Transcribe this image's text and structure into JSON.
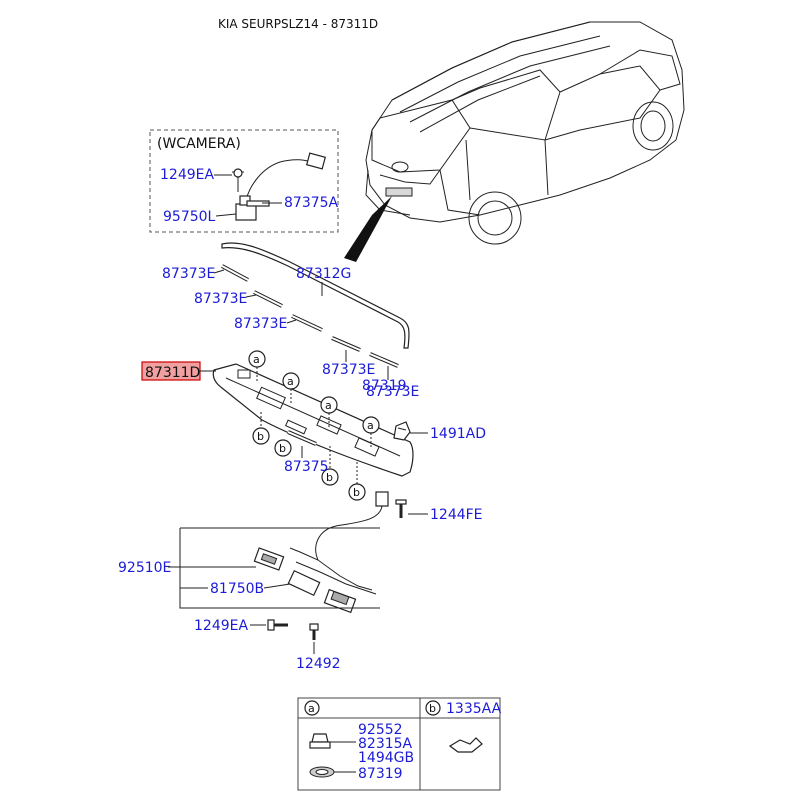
{
  "title": "KIA SEURPSLZ14 - 87311D",
  "camera_box_label": "(WCAMERA)",
  "labels": {
    "p1249ea_top": "1249EA",
    "p87375a": "87375A",
    "p95750l": "95750L",
    "p87312g": "87312G",
    "p87373e_1": "87373E",
    "p87373e_2": "87373E",
    "p87373e_3": "87373E",
    "p87373e_4": "87373E",
    "p87373e_5": "87373E",
    "p87319": "87319",
    "p87311d": "87311D",
    "p1491ad": "1491AD",
    "p87375": "87375",
    "p1244fe": "1244FE",
    "p92510e": "92510E",
    "p81750b": "81750B",
    "p1249ea_bottom": "1249EA",
    "p12492": "12492"
  },
  "callouts": {
    "a": "a",
    "b": "b"
  },
  "legend": {
    "a_marker": "a",
    "b_marker": "b",
    "b_part": "1335AA",
    "a_parts": [
      "92552",
      "82315A",
      "1494GB"
    ],
    "a_part_bottom": "87319"
  },
  "colors": {
    "label": "#1c1cd6",
    "highlight_fill": "#f0a0a0",
    "highlight_border": "#cc0000"
  }
}
